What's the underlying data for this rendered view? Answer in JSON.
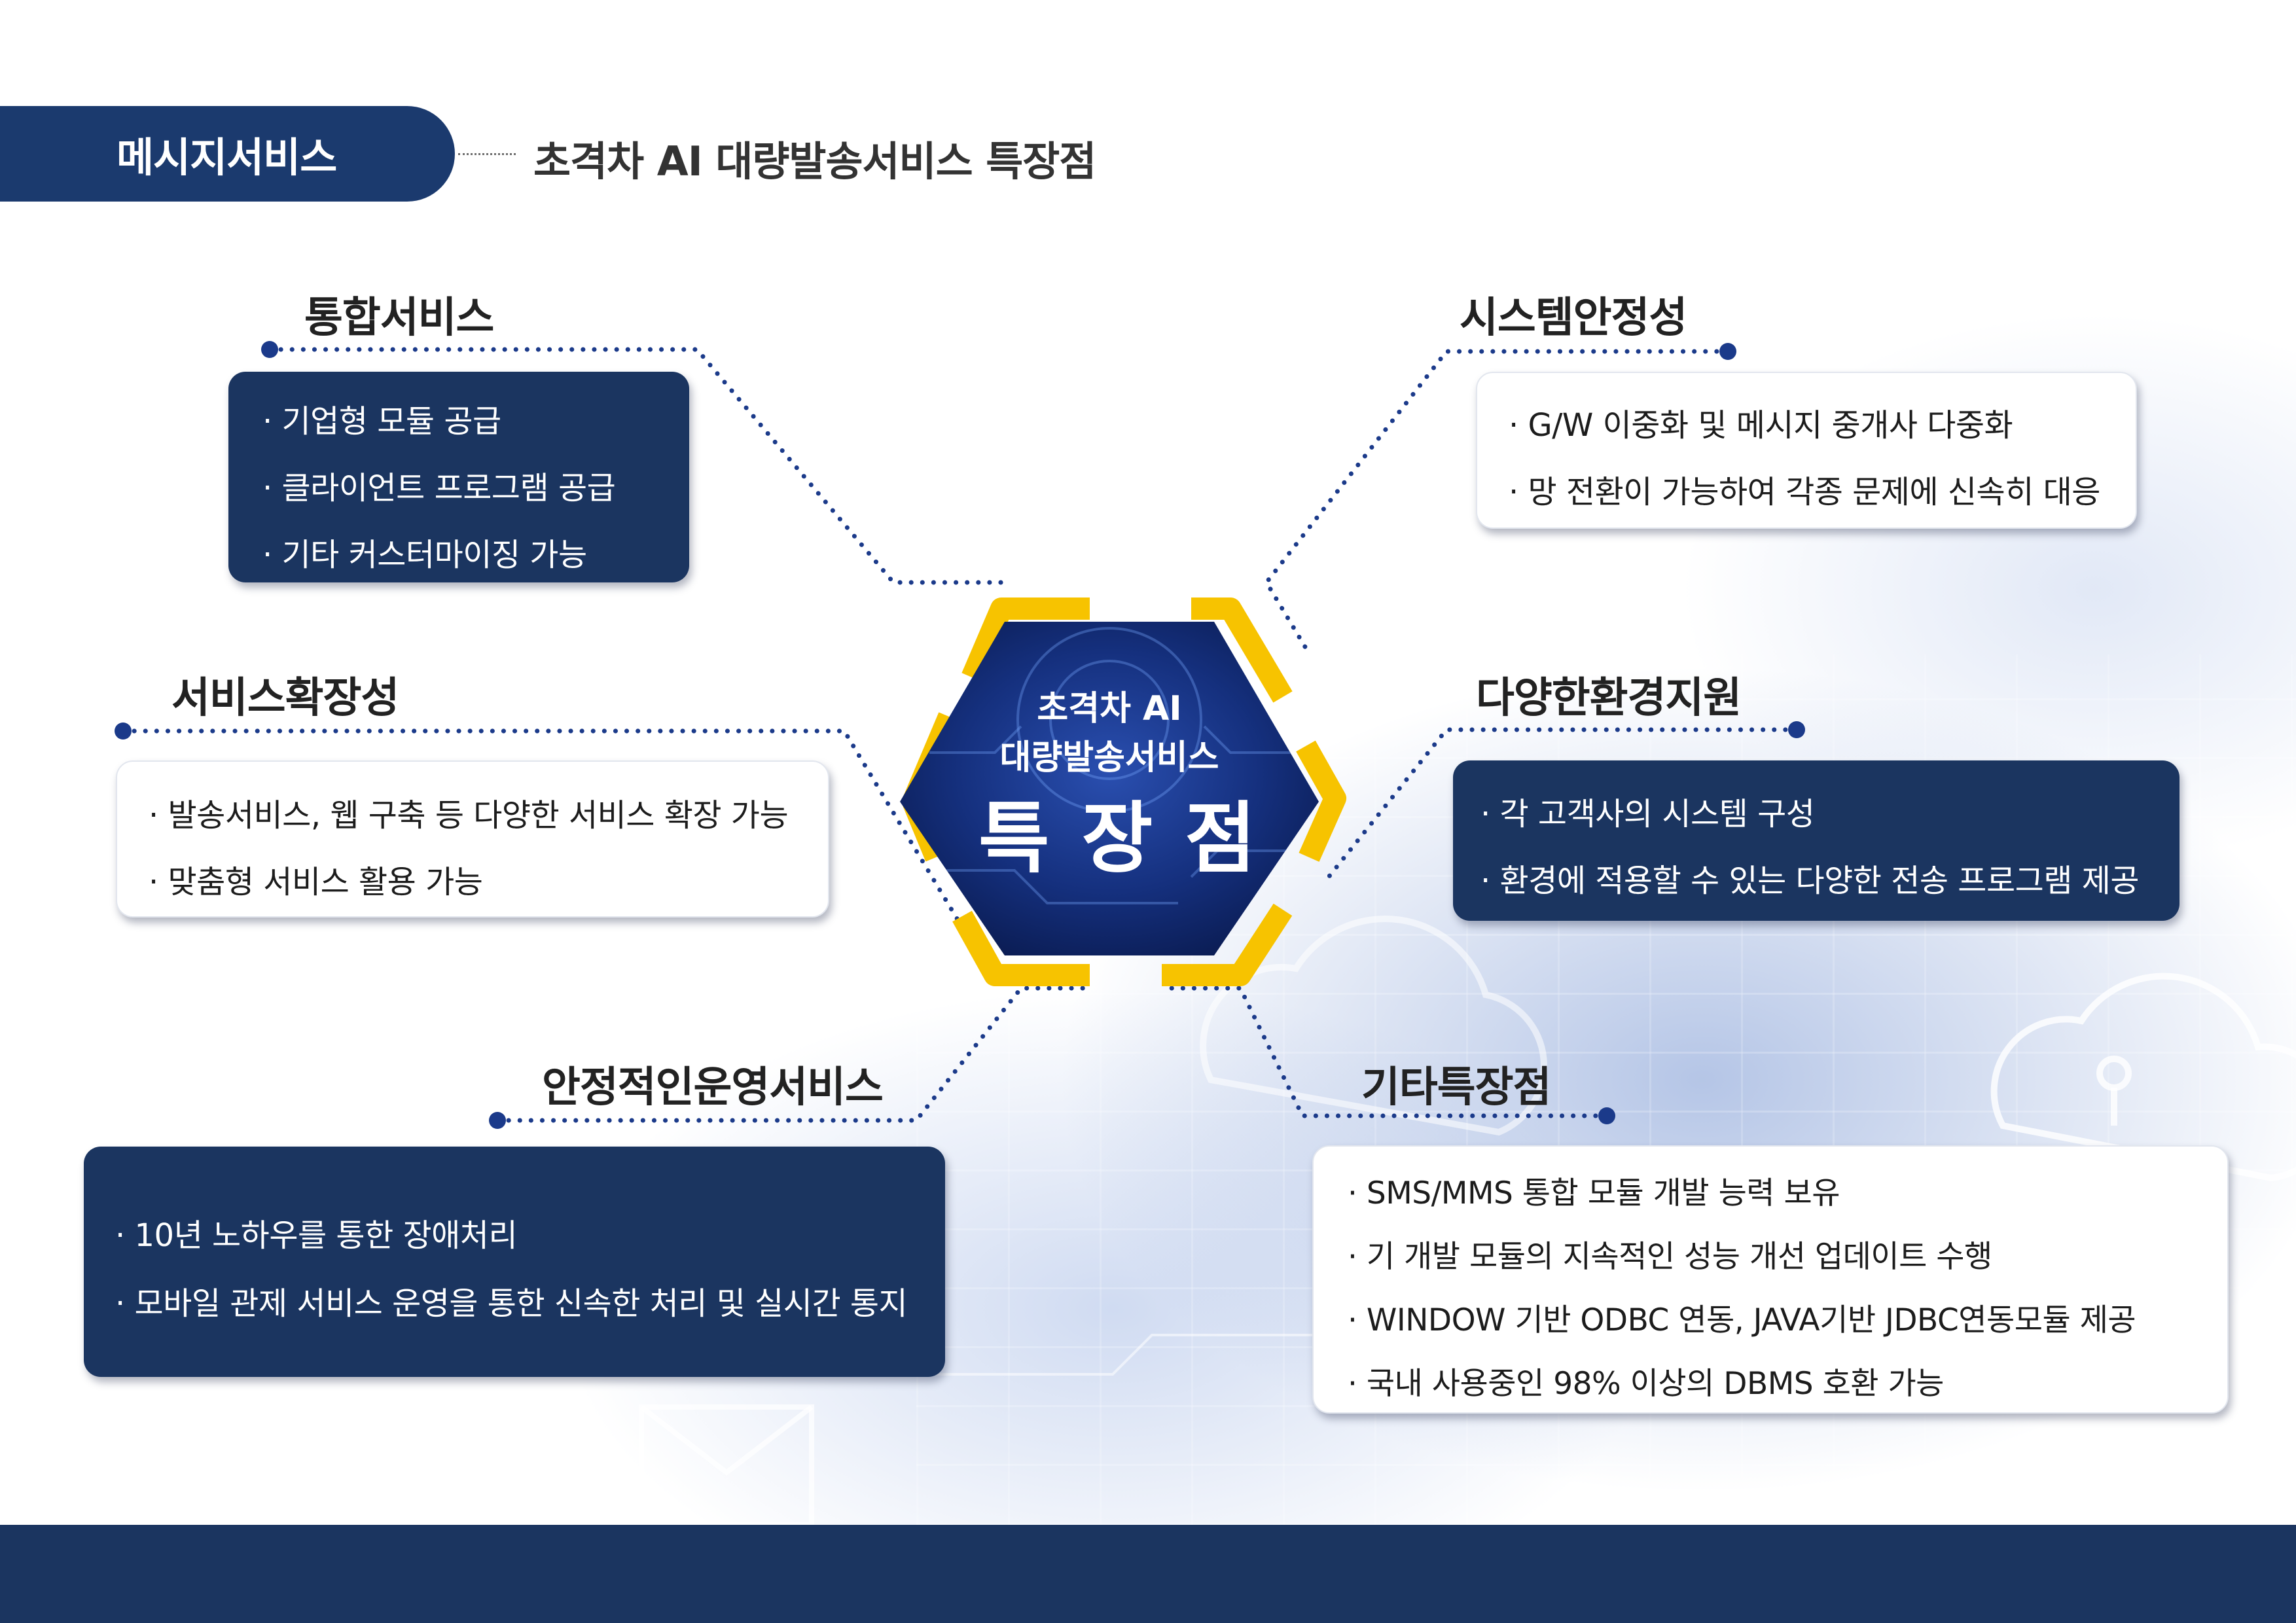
{
  "header": {
    "tab_label": "메시지서비스",
    "title": "초격차 AI 대량발송서비스 특장점"
  },
  "center": {
    "line1": "초격차 AI",
    "line2": "대량발송서비스",
    "line3": "특 장 점"
  },
  "sections": {
    "integrated": {
      "title": "통합서비스",
      "items": [
        "·  기업형 모듈 공급",
        "·  클라이언트 프로그램 공급",
        "·  기타 커스터마이징 가능"
      ]
    },
    "stability": {
      "title": "시스템안정성",
      "items": [
        "·  G/W 이중화 및 메시지 중개사 다중화",
        "·  망 전환이 가능하여 각종 문제에 신속히 대응"
      ]
    },
    "expansion": {
      "title": "서비스확장성",
      "items": [
        "·  발송서비스, 웹 구축 등 다양한 서비스 확장 가능",
        "·  맞춤형 서비스 활용 가능"
      ]
    },
    "environment": {
      "title": "다양한환경지원",
      "items": [
        "· 각 고객사의 시스템 구성",
        "· 환경에 적용할 수 있는 다양한 전송 프로그램 제공"
      ]
    },
    "operation": {
      "title": "안정적인운영서비스",
      "items": [
        "· 10년 노하우를 통한 장애처리",
        "· 모바일 관제 서비스 운영을 통한 신속한 처리 및 실시간 통지"
      ]
    },
    "others": {
      "title": "기타특장점",
      "items": [
        "· SMS/MMS 통합 모듈 개발 능력 보유",
        "· 기 개발 모듈의 지속적인 성능 개선 업데이트 수행",
        "· WINDOW 기반 ODBC 연동, JAVA기반 JDBC연동모듈 제공",
        "· 국내 사용중인 98% 이상의 DBMS 호환 가능"
      ]
    }
  },
  "colors": {
    "navy": "#1b3560",
    "accent_yellow": "#f7c300",
    "connector_dot": "#1b3a8a"
  }
}
